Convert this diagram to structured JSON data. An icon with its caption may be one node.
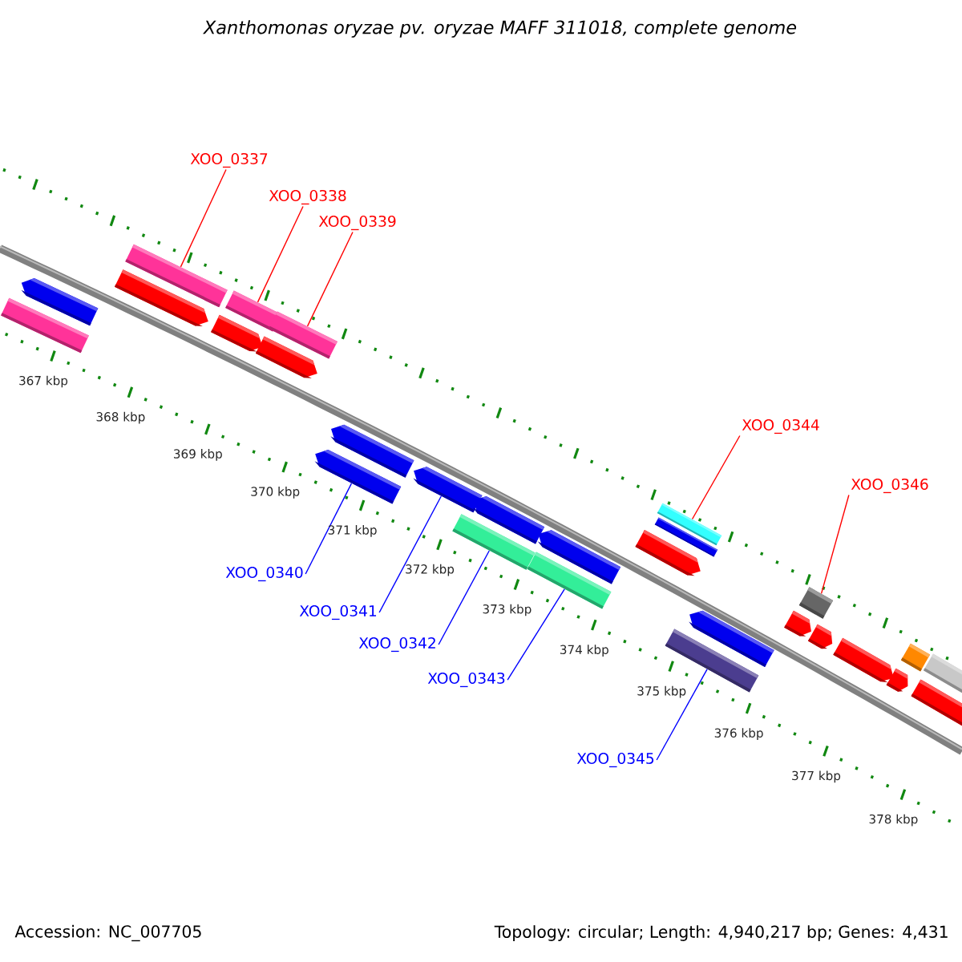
{
  "diagram": {
    "title": "Xanthomonas oryzae pv. oryzae MAFF 311018, complete genome",
    "nodes": [
      {
        "text": [
          "XOO_0337"
        ]
      },
      {
        "text": [
          "XOO_0338"
        ]
      },
      {
        "text": [
          "XOO_0339"
        ]
      },
      {
        "text": [
          "XOO_0344"
        ]
      },
      {
        "text": [
          "XOO_0346"
        ]
      },
      {
        "text": [
          "XOO_0340"
        ]
      },
      {
        "text": [
          "XOO_0341"
        ]
      },
      {
        "text": [
          "XOO_0342"
        ]
      },
      {
        "text": [
          "XOO_0343"
        ]
      },
      {
        "text": [
          "XOO_0345"
        ]
      },
      {
        "text": [],
        "shape": "bar"
      },
      {
        "text": [],
        "shape": "bar"
      },
      {
        "text": [],
        "shape": "bar"
      },
      {
        "text": [],
        "shape": "bar"
      },
      {
        "text": [],
        "shape": "bar"
      },
      {
        "text": [],
        "shape": "bar"
      },
      {
        "text": [],
        "shape": "bar"
      },
      {
        "text": [],
        "shape": "bar"
      },
      {
        "text": [],
        "shape": "bar"
      },
      {
        "text": [],
        "shape": "bar"
      },
      {
        "text": [],
        "shape": "bar"
      },
      {
        "text": [],
        "shape": "bar"
      },
      {
        "text": [],
        "shape": "bar"
      },
      {
        "text": [],
        "shape": "bar"
      },
      {
        "text": [],
        "shape": "bar"
      },
      {
        "text": [],
        "shape": "bar"
      },
      {
        "text": [],
        "shape": "bar"
      },
      {
        "text": [],
        "shape": "bar"
      },
      {
        "text": [],
        "shape": "bar"
      },
      {
        "text": [],
        "shape": "bar"
      },
      {
        "text": [],
        "shape": "bar"
      },
      {
        "text": [],
        "shape": "bar"
      },
      {
        "text": [],
        "shape": "bar"
      },
      {
        "text": [],
        "shape": "bar"
      },
      {
        "text": [],
        "shape": "bar"
      },
      {
        "text": [],
        "shape": "bar"
      },
      {
        "text": [],
        "shape": "bar"
      },
      {
        "text": [],
        "shape": "bar"
      }
    ],
    "edges": [
      {
        "from": 0,
        "to": 13,
        "arrow": "none",
        "color": "#ff0000"
      },
      {
        "from": 1,
        "to": 15,
        "arrow": "none",
        "color": "#ff0000"
      },
      {
        "from": 2,
        "to": 17,
        "arrow": "none",
        "color": "#ff0000"
      },
      {
        "from": 3,
        "to": 27,
        "arrow": "none",
        "color": "#ff0000"
      },
      {
        "from": 4,
        "to": 31,
        "arrow": "none",
        "color": "#ff0000"
      },
      {
        "from": 5,
        "to": 18,
        "arrow": "none",
        "color": "#0000ff"
      },
      {
        "from": 6,
        "to": 20,
        "arrow": "none",
        "color": "#0000ff"
      },
      {
        "from": 7,
        "to": 21,
        "arrow": "none",
        "color": "#0000ff"
      },
      {
        "from": 8,
        "to": 23,
        "arrow": "none",
        "color": "#0000ff"
      },
      {
        "from": 9,
        "to": 28,
        "arrow": "none",
        "color": "#0000ff"
      }
    ],
    "labels": [
      "367 kbp",
      "368 kbp",
      "369 kbp",
      "370 kbp",
      "371 kbp",
      "372 kbp",
      "373 kbp",
      "374 kbp",
      "375 kbp",
      "376 kbp",
      "377 kbp",
      "378 kbp",
      "Accession: NC_007705",
      "Topology: circular; Length: 4,940,217 bp; Genes: 4,431"
    ]
  }
}
